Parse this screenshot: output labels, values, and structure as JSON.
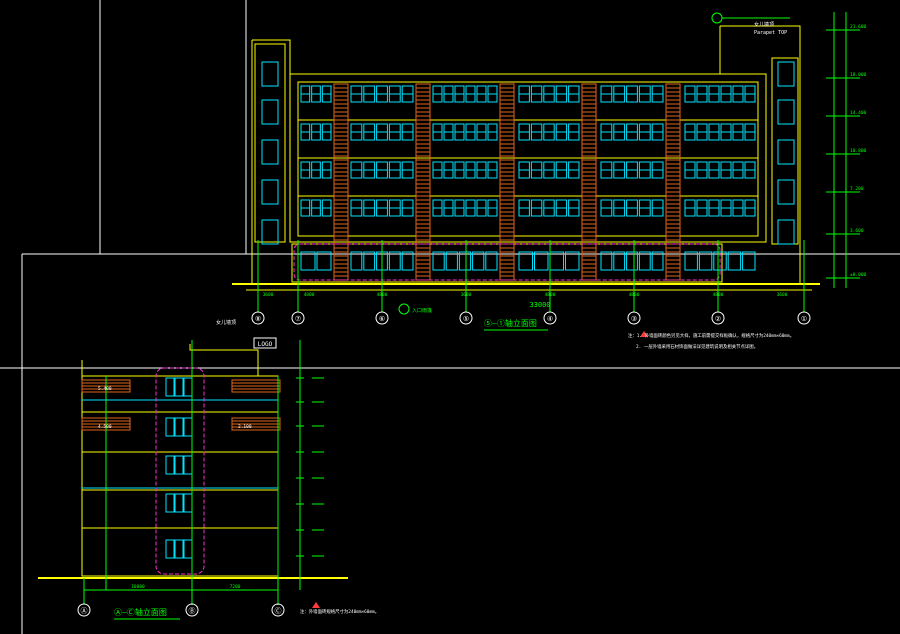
{
  "colors": {
    "background": "#000000",
    "frame": "#ffffff",
    "outline": "#ffff00",
    "window": "#00e5ff",
    "axis": "#00ff00",
    "accent": "#ff2bd6",
    "brick": "#e0661a",
    "warning": "#ff3b3b"
  },
  "drawing1": {
    "title": "⑤—①轴立面图",
    "axes": [
      "⑧",
      "⑦",
      "⑥",
      "⑤",
      "④",
      "③",
      "②",
      "①"
    ],
    "total_dim": "33000",
    "bay_dims": [
      "3600",
      "4800",
      "4800",
      "3600",
      "4800",
      "4800",
      "4800",
      "3600"
    ],
    "roof_tag": "Parapet TOP",
    "roof_label": "女儿墙顶",
    "entrance_label": "入口雨篷",
    "level_tags": [
      "21.600",
      "18.000",
      "14.400",
      "10.800",
      "7.200",
      "3.600",
      "±0.000"
    ],
    "note_lines": [
      "注：1. 外墙面砖颜色另见大样，施工前需提交样板确认，规格尺寸为240mm×60mm。",
      "2. 一层外墙采用石材饰面做法详见建筑说明及相关节点详图。"
    ]
  },
  "drawing2": {
    "title": "Ⓐ—Ⓒ轴立面图",
    "axes": [
      "Ⓐ",
      "Ⓑ",
      "Ⓒ"
    ],
    "dims": [
      "10800",
      "7200"
    ],
    "logo_text": "LOGO",
    "roof_tag": "女儿墙顶",
    "level_labels": [
      "5.400",
      "4.500",
      "2.100"
    ],
    "note": "注：外墙面砖规格尺寸为240mm×60mm。"
  }
}
